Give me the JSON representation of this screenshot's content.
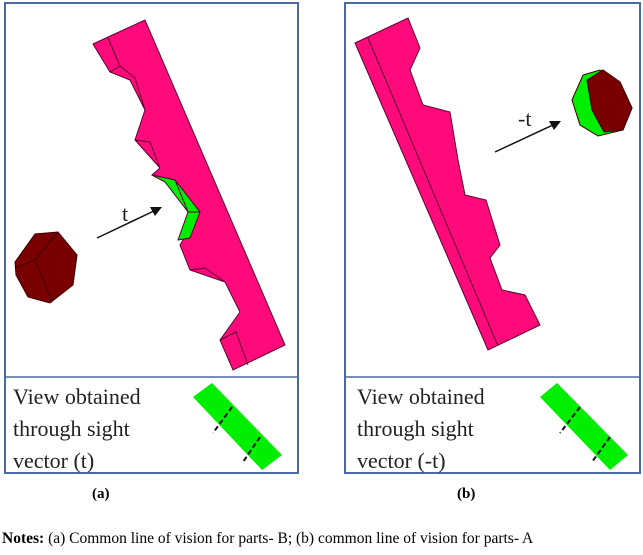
{
  "panel_a": {
    "vector_label": "t",
    "caption_lines": [
      "View obtained",
      "through sight",
      "vector (t)"
    ],
    "label": "(a)"
  },
  "panel_b": {
    "vector_label": "-t",
    "caption_lines": [
      "View obtained",
      "through sight",
      "vector (-t)"
    ],
    "label": "(b)"
  },
  "notes": {
    "prefix": "Notes:",
    "text": " (a) Common line of vision for parts- B; (b) common line of vision for parts- A"
  },
  "colors": {
    "part": "#ff0a7a",
    "hex_part": "#7a0000",
    "highlight": "#00ee00",
    "border": "#4a6aa0"
  }
}
